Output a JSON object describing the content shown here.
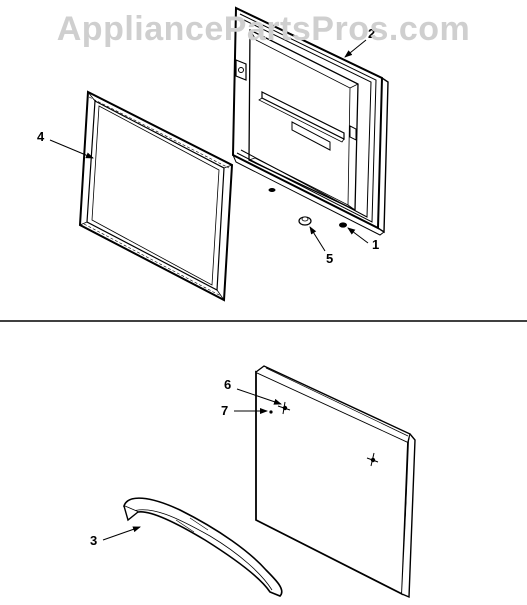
{
  "watermark": "AppliancePartsPros.com",
  "callouts": [
    {
      "id": "label-1",
      "text": "1"
    },
    {
      "id": "label-2",
      "text": "2"
    },
    {
      "id": "label-3",
      "text": "3"
    },
    {
      "id": "label-4",
      "text": "4"
    },
    {
      "id": "label-5",
      "text": "5"
    },
    {
      "id": "label-6",
      "text": "6"
    },
    {
      "id": "label-7",
      "text": "7"
    }
  ]
}
